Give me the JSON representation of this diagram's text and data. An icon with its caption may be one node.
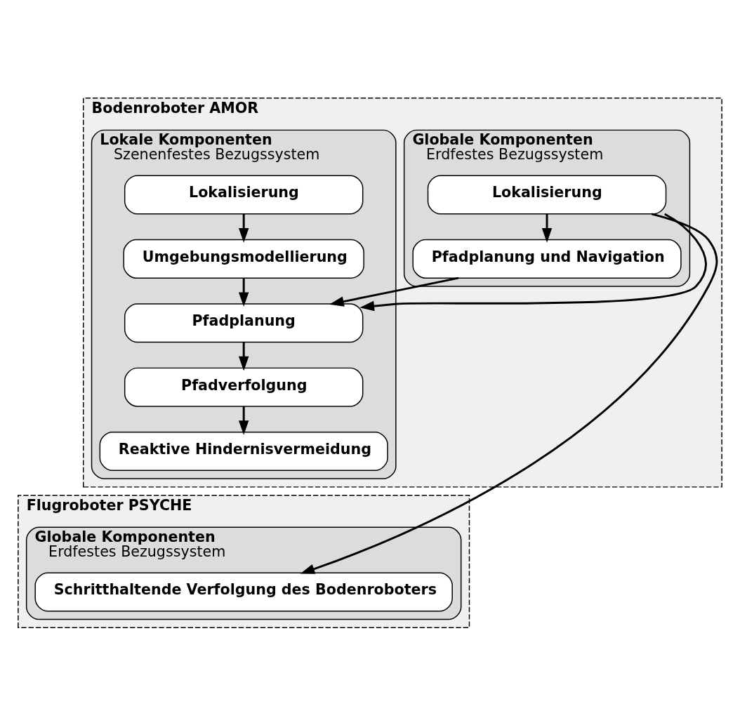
{
  "diagram": {
    "nodes": [
      {
        "text": [
          "Bodenroboter AMOR"
        ]
      },
      {
        "text": [
          "Globale Komponenten",
          "Erdfestes Bezugssystem"
        ],
        "in": 0
      },
      {
        "text": [
          "Lokalisierung"
        ],
        "in": 1
      },
      {
        "text": [
          "Pfadplanung und Navigation"
        ],
        "in": 1
      },
      {
        "text": [
          "Lokale Komponenten",
          "Szenenfestes Bezugssystem"
        ],
        "in": 0
      },
      {
        "text": [
          "Lokalisierung"
        ],
        "in": 4
      },
      {
        "text": [
          "Umgebungsmodellierung"
        ],
        "in": 4
      },
      {
        "text": [
          "Pfadplanung"
        ],
        "in": 4
      },
      {
        "text": [
          "Pfadverfolgung"
        ],
        "in": 4
      },
      {
        "text": [
          "Reaktive Hindernisvermeidung"
        ],
        "in": 4
      },
      {
        "text": [
          "Flugroboter PSYCHE"
        ]
      },
      {
        "text": [
          "Globale Komponenten",
          "Erdfestes Bezugssystem"
        ],
        "in": 10
      },
      {
        "text": [
          "Schritthaltende Verfolgung des Bodenroboters"
        ],
        "in": 11
      }
    ],
    "edges": [
      {
        "from": 2,
        "to": 3,
        "arrow": "to"
      },
      {
        "from": 2,
        "to": 7,
        "arrow": "to"
      },
      {
        "from": 3,
        "to": 7,
        "arrow": "to"
      },
      {
        "from": 2,
        "to": 12,
        "arrow": "to"
      },
      {
        "from": 5,
        "to": 6,
        "arrow": "to"
      },
      {
        "from": 6,
        "to": 7,
        "arrow": "to"
      },
      {
        "from": 7,
        "to": 8,
        "arrow": "to"
      },
      {
        "from": 8,
        "to": 9,
        "arrow": "to"
      }
    ]
  }
}
